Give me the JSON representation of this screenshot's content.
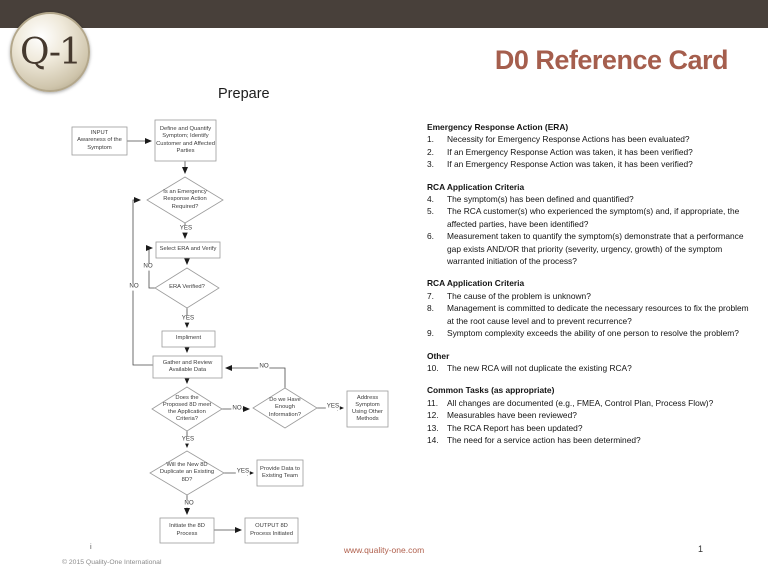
{
  "colors": {
    "header_bar": "#48403A",
    "title_accent": "#A55E4D",
    "link": "#B0604D"
  },
  "header": {
    "logo_text": "Q-1",
    "title": "D0 Reference Card"
  },
  "flow": {
    "section_label": "Prepare",
    "nodes": {
      "input": {
        "label": "INPUT\nAwareness of the\nSymptom"
      },
      "define": {
        "label": "Define and Quantify\nSymptom; Identify\nCustomer and Affected\nParties"
      },
      "era_required": {
        "label": "Is an Emergency\nResponse Action\nRequired?"
      },
      "select_era": {
        "label": "Select ERA and Verify"
      },
      "era_verified": {
        "label": "ERA Verified?"
      },
      "implement": {
        "label": "Impliment"
      },
      "gather": {
        "label": "Gather and Review\nAvailable Data"
      },
      "criteria": {
        "label": "Does the\nProposed 8D meet\nthe Application\nCriteria?"
      },
      "enough_info": {
        "label": "Do we Have\nEnough\nInformation?"
      },
      "address": {
        "label": "Address\nSymptom\nUsing Other\nMethods"
      },
      "duplicate": {
        "label": "Will the New 8D\nDuplicate an Existing\n8D?"
      },
      "provide": {
        "label": "Provide Data to\nExisting Team"
      },
      "initiate": {
        "label": "Initiate the 8D\nProcess"
      },
      "output": {
        "label": "OUTPUT 8D\nProcess Initiated"
      }
    },
    "edge_labels": {
      "era_required_yes": "YES",
      "era_required_no": "NO",
      "era_verified_no": "NO",
      "era_verified_yes": "YES",
      "criteria_no": "NO",
      "criteria_yes": "YES",
      "enough_info_no": "NO",
      "enough_info_yes": "YES",
      "duplicate_yes": "YES",
      "duplicate_no": "NO"
    }
  },
  "checklist": {
    "sections": [
      {
        "title": "Emergency Response Action (ERA)",
        "items": [
          {
            "num": "1.",
            "text": "Necessity for Emergency Response Actions has been evaluated?"
          },
          {
            "num": "2.",
            "text": "If an Emergency Response Action was taken, it has been verified?"
          },
          {
            "num": "3.",
            "text": "If an Emergency Response Action was taken, it has been verified?"
          }
        ]
      },
      {
        "title": "RCA Application Criteria",
        "items": [
          {
            "num": "4.",
            "text": "The symptom(s) has been defined and quantified?"
          },
          {
            "num": "5.",
            "text": "The RCA customer(s) who experienced the symptom(s) and, if appropriate, the affected parties, have been identified?"
          },
          {
            "num": "6.",
            "text": "Measurement taken to quantify the symptom(s) demonstrate that a performance gap exists AND/OR that priority (severity, urgency, growth) of the symptom warranted initiation of the process?"
          }
        ]
      },
      {
        "title": "RCA Application Criteria",
        "items": [
          {
            "num": "7.",
            "text": "The cause of the problem is unknown?"
          },
          {
            "num": "8.",
            "text": "Management is committed to dedicate the necessary resources to fix the problem at the root cause level and to prevent recurrence?"
          },
          {
            "num": "9.",
            "text": "Symptom complexity exceeds the ability of one person to resolve the problem?"
          }
        ]
      },
      {
        "title": "Other",
        "items": [
          {
            "num": "10.",
            "text": "The new RCA will not duplicate the existing RCA?"
          }
        ]
      },
      {
        "title": "Common Tasks (as appropriate)",
        "items": [
          {
            "num": "11.",
            "text": "All changes are documented (e.g., FMEA, Control Plan, Process Flow)?"
          },
          {
            "num": "12.",
            "text": "Measurables have been reviewed?"
          },
          {
            "num": "13.",
            "text": "The RCA Report has been updated?"
          },
          {
            "num": "14.",
            "text": "The need for a service action has been determined?"
          }
        ]
      }
    ]
  },
  "footer": {
    "note": "i",
    "copyright": "© 2015 Quality-One International",
    "website": "www.quality-one.com",
    "page_number": "1"
  }
}
